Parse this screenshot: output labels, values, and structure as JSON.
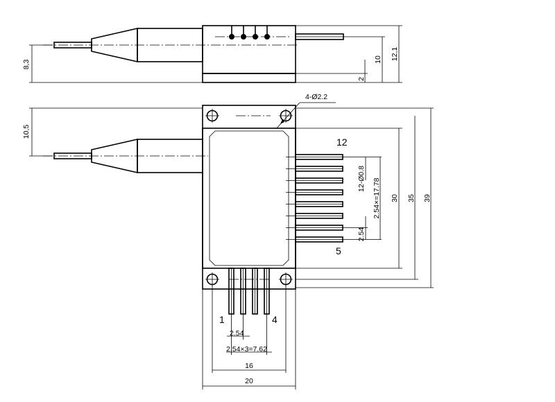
{
  "side_view": {
    "dims": {
      "d8_3": "8,3",
      "d10": "10",
      "d12_1": "12,1",
      "d2": "2"
    }
  },
  "top_view": {
    "dims": {
      "d10_5": "10,5",
      "hole": "4-Ø2.2",
      "pin_dia": "12-Ø0.8",
      "pitch_total_right": "2.54×=17.78",
      "pitch_right": "2.54",
      "d30": "30",
      "d35": "35",
      "d39": "39",
      "pitch_bottom": "2.54",
      "pitch_total_bottom": "2.54×3=7.62",
      "d16": "16",
      "d20": "20"
    },
    "pin_labels": {
      "p12": "12",
      "p5": "5",
      "p1": "1",
      "p4": "4"
    }
  }
}
